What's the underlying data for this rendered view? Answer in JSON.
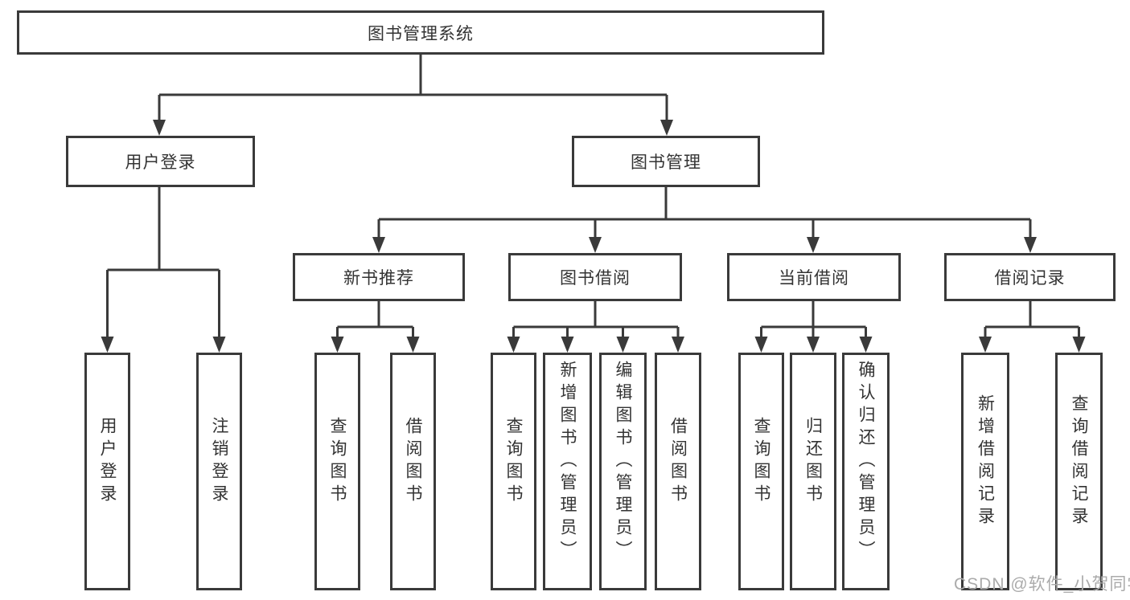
{
  "diagram": {
    "kind": "hierarchy-tree",
    "tree": {
      "label": "图书管理系统",
      "children": [
        {
          "label": "用户登录",
          "children": [
            {
              "label": "用户登录"
            },
            {
              "label": "注销登录"
            }
          ]
        },
        {
          "label": "图书管理",
          "children": [
            {
              "label": "新书推荐",
              "children": [
                {
                  "label": "查询图书"
                },
                {
                  "label": "借阅图书"
                }
              ]
            },
            {
              "label": "图书借阅",
              "children": [
                {
                  "label": "查询图书"
                },
                {
                  "label": "新增图书（管理员）"
                },
                {
                  "label": "编辑图书（管理员）"
                },
                {
                  "label": "借阅图书"
                }
              ]
            },
            {
              "label": "当前借阅",
              "children": [
                {
                  "label": "查询图书"
                },
                {
                  "label": "归还图书"
                },
                {
                  "label": "确认归还（管理员）"
                }
              ]
            },
            {
              "label": "借阅记录",
              "children": [
                {
                  "label": "新增借阅记录"
                },
                {
                  "label": "查询借阅记录"
                }
              ]
            }
          ]
        }
      ]
    },
    "colors": {
      "line": "#3a3a3a",
      "box_border": "#3a3a3a",
      "box_background": "#ffffff",
      "text": "#333333",
      "watermark": "#ababab",
      "background": "#ffffff"
    }
  },
  "watermark": {
    "text": "CSDN @软件_小贺同学"
  }
}
